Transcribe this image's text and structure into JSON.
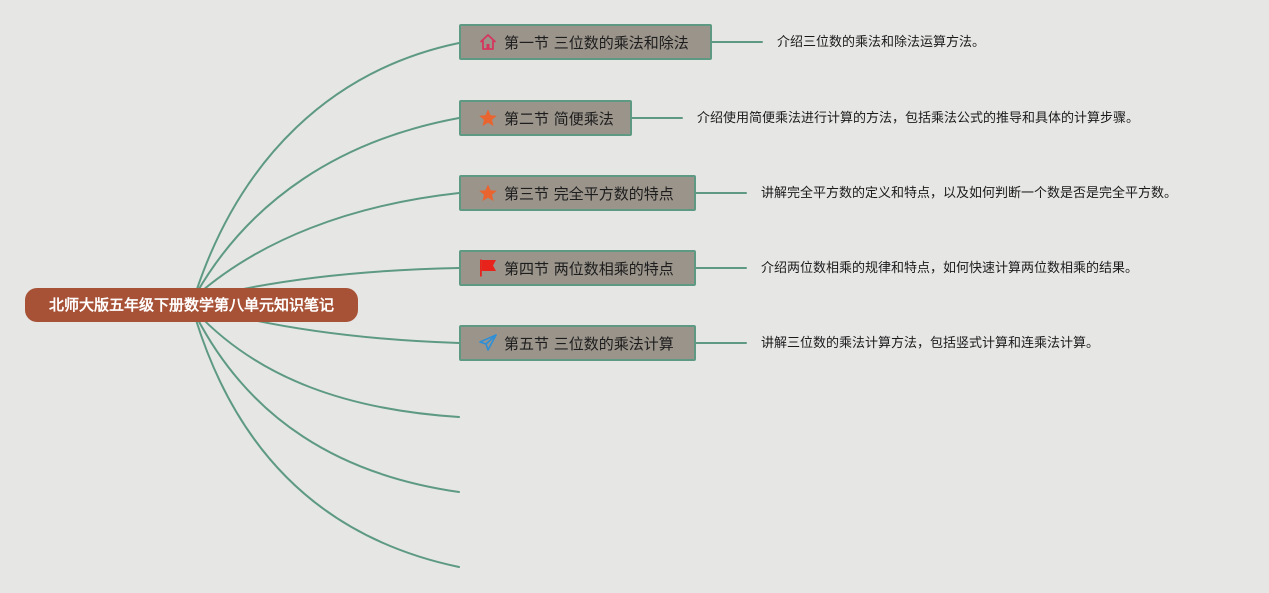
{
  "root": {
    "title": "北师大版五年级下册数学第八单元知识笔记"
  },
  "topics": [
    {
      "label": "第一节 三位数的乘法和除法",
      "description": "介绍三位数的乘法和除法运算方法。",
      "icon": "home-icon",
      "icon_color": "#d6365d"
    },
    {
      "label": "第二节 简便乘法",
      "description": "介绍使用简便乘法进行计算的方法，包括乘法公式的推导和具体的计算步骤。",
      "icon": "star-icon",
      "icon_color": "#e9642f"
    },
    {
      "label": "第三节 完全平方数的特点",
      "description": "讲解完全平方数的定义和特点，以及如何判断一个数是否是完全平方数。",
      "icon": "star-icon",
      "icon_color": "#e9642f"
    },
    {
      "label": "第四节 两位数相乘的特点",
      "description": "介绍两位数相乘的规律和特点，如何快速计算两位数相乘的结果。",
      "icon": "flag-icon",
      "icon_color": "#e8231c"
    },
    {
      "label": "第五节 三位数的乘法计算",
      "description": "讲解三位数的乘法计算方法，包括竖式计算和连乘法计算。",
      "icon": "paper-plane-icon",
      "icon_color": "#2f8fd6"
    }
  ],
  "colors": {
    "background": "#e6e7e5",
    "root_fill": "#a75237",
    "topic_fill": "#9a948b",
    "connector": "#5e9a83"
  }
}
